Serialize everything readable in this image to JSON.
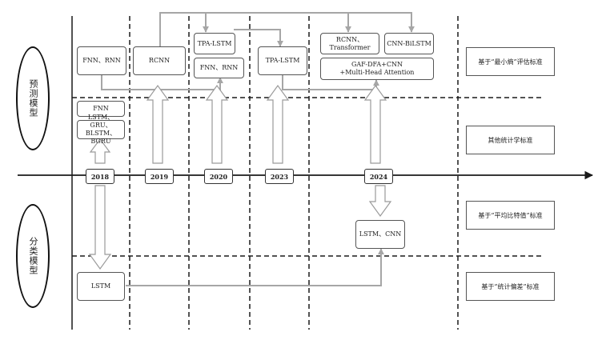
{
  "categories": {
    "prediction": "预测模型",
    "classification": "分类模型"
  },
  "years": [
    "2018",
    "2019",
    "2020",
    "2023",
    "2024"
  ],
  "criteria": [
    "基于“最小熵”评估标准",
    "其他统计学标准",
    "基于“平均比特值”标准",
    "基于“统计偏差”标准"
  ],
  "models": {
    "fnn_rnn_2018": "FNN、RNN",
    "rcnn_2019": "RCNN",
    "tpa_lstm_2020": "TPA-LSTM",
    "fnn_rnn_2020": "FNN、RNN",
    "tpa_lstm_2023": "TPA-LSTM",
    "rcnn_transformer": "RCNN、Transformer",
    "cnn_bilstm": "CNN-BiLSTM",
    "gaf_dfa": "GAF-DFA+CNN\n+Multi-Head Attention",
    "fnn_2018": "FNN",
    "lstm_group": "LSTM、GRU、\nBLSTM、BGRU",
    "lstm_2018": "LSTM",
    "lstm_cnn_2024": "LSTM、CNN"
  },
  "colors": {
    "connector": "#a6a6a6",
    "axis": "#1a1a1a",
    "divider": "#1a1a1a"
  }
}
